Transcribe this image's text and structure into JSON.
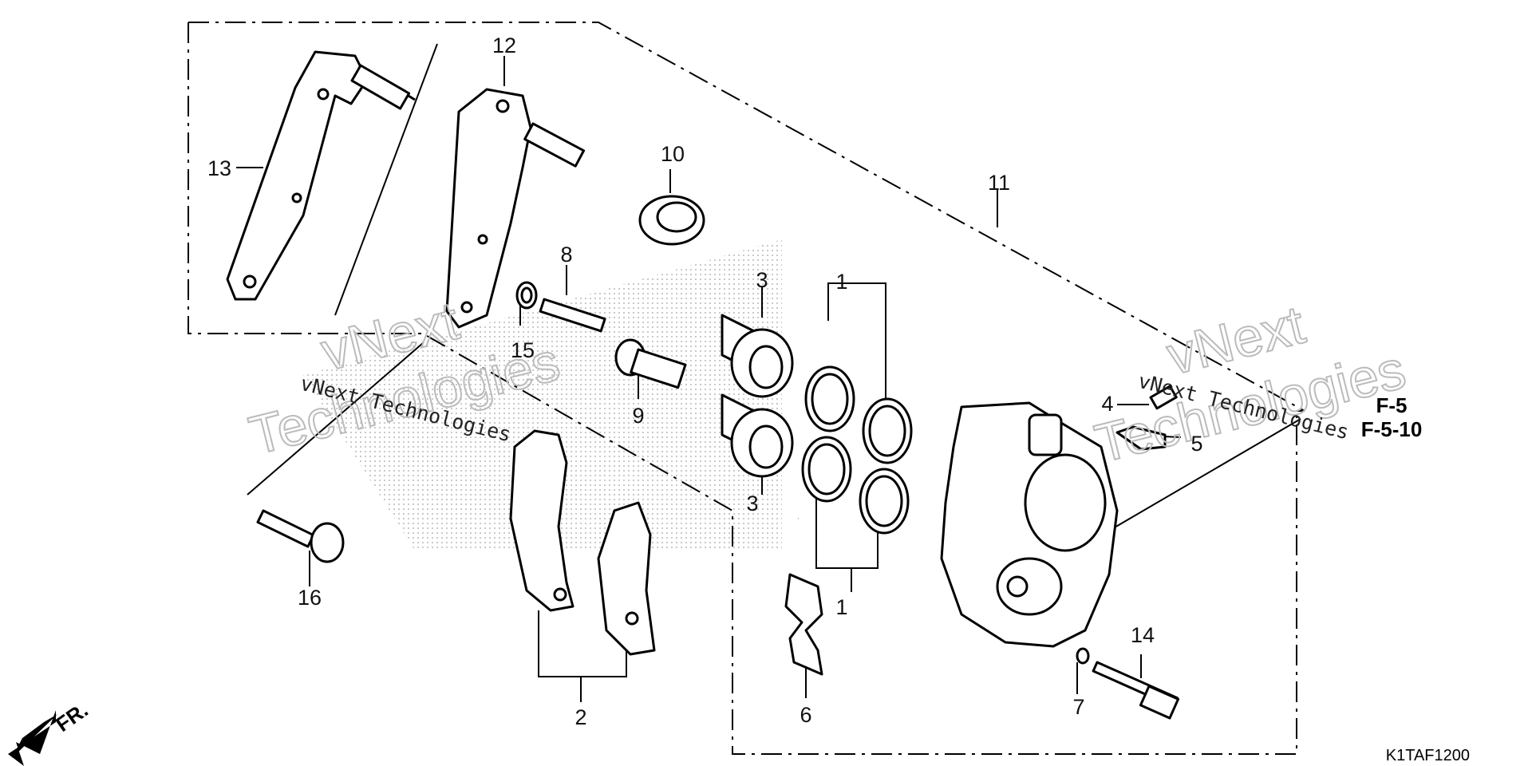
{
  "diagram": {
    "callouts": [
      "1",
      "1",
      "2",
      "3",
      "3",
      "4",
      "5",
      "6",
      "7",
      "8",
      "9",
      "10",
      "11",
      "12",
      "13",
      "14",
      "15",
      "16"
    ],
    "references": [
      "F-5",
      "F-5-10"
    ],
    "front_marker": "FR.",
    "drawing_code": "K1TAF1200",
    "watermark": {
      "line": "vNext Technologies",
      "outline_top": "vNext",
      "outline_bottom": "Technologies"
    },
    "colors": {
      "line": "#000000",
      "background": "#ffffff",
      "watermark": "#bbbbbb"
    }
  }
}
